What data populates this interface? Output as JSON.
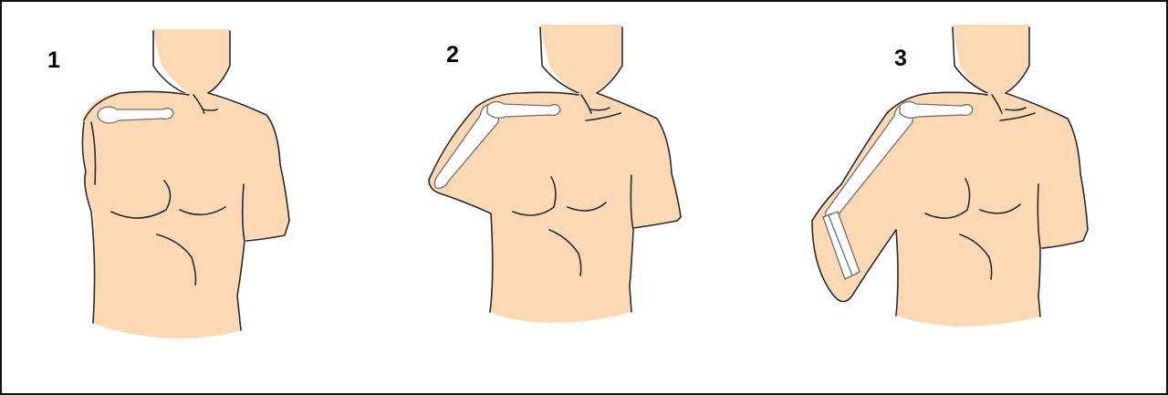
{
  "panels": [
    {
      "number": "1",
      "arm": "absent"
    },
    {
      "number": "2",
      "arm": "upper-arm"
    },
    {
      "number": "3",
      "arm": "upper-arm-and-forearm"
    }
  ],
  "colors": {
    "skin": "#FDD8B5",
    "outline": "#2a2a2a",
    "bone": "#ffffff",
    "bone_outline": "#6e6e6e",
    "frame": "#111111"
  }
}
